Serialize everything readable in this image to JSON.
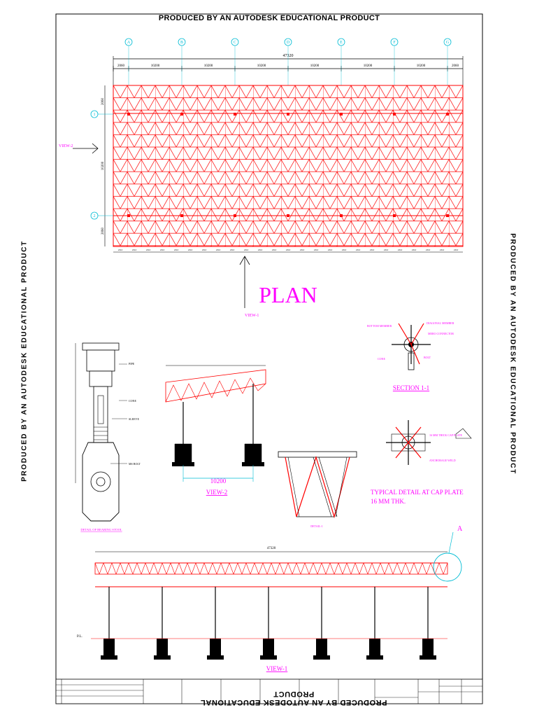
{
  "watermark": "PRODUCED BY AN AUTODESK EDUCATIONAL PRODUCT",
  "grid_labels": [
    "A",
    "B",
    "C",
    "D",
    "E",
    "F",
    "G"
  ],
  "row_labels": [
    "1",
    "2"
  ],
  "plan": {
    "title": "PLAN",
    "overall_dim": "47320",
    "bay_dims": [
      "2060",
      "10200",
      "10200",
      "10200",
      "10200",
      "10200",
      "10200",
      "2060"
    ],
    "view2_label": "VIEW-2",
    "view1_label": "VIEW-1",
    "side_dims": [
      "2060",
      "10200",
      "2060"
    ],
    "module_dim": "2310"
  },
  "details": {
    "section_title": "SECTION 1-1",
    "cap_plate_title": "TYPICAL DETAIL AT CAP PLATE",
    "cap_plate_thk": "16 MM THK.",
    "view2_title": "VIEW-2",
    "view2_span": "10200",
    "view1_title": "VIEW-1",
    "detail_a": "A",
    "elevation_overall": "47320",
    "pl_label": "P.L."
  },
  "colors": {
    "frame": "#ff0000",
    "annotation": "#ff00ff",
    "grid_bubble": "#00bcd4",
    "linework": "#000000"
  }
}
